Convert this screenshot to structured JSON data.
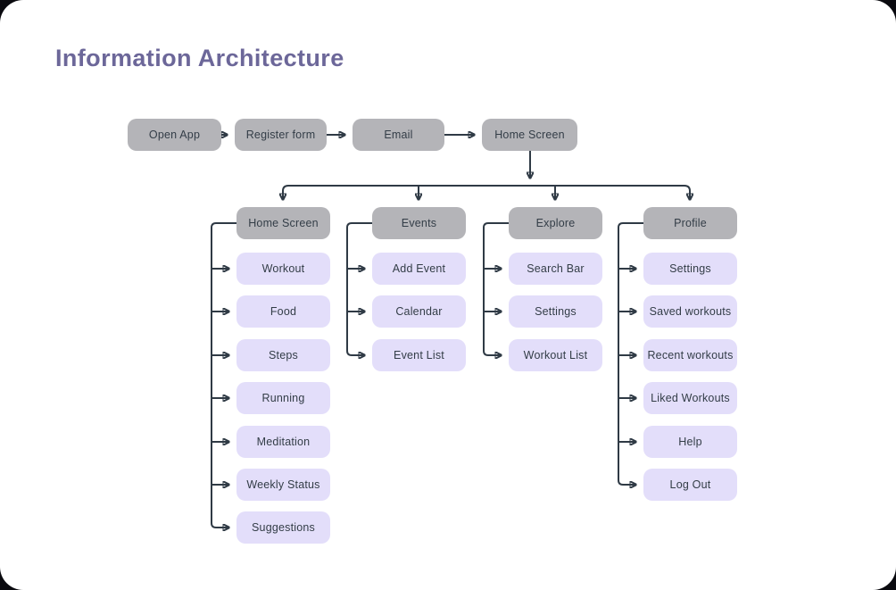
{
  "title": "Information Architecture",
  "colors": {
    "title_text": "#6C6799",
    "node_gray": "#B4B4B8",
    "node_lavender": "#E3DEFA",
    "node_text": "#333D47",
    "connector_line": "#2F3A45",
    "canvas_bg": "#FFFFFF",
    "outer_bg": "#0A0A0F"
  },
  "flow": {
    "top_row": [
      "Open App",
      "Register form",
      "Email",
      "Home Screen"
    ],
    "columns": [
      {
        "header": "Home Screen",
        "children": [
          "Workout",
          "Food",
          "Steps",
          "Running",
          "Meditation",
          "Weekly Status",
          "Suggestions"
        ]
      },
      {
        "header": "Events",
        "children": [
          "Add Event",
          "Calendar",
          "Event List"
        ]
      },
      {
        "header": "Explore",
        "children": [
          "Search Bar",
          "Settings",
          "Workout List"
        ]
      },
      {
        "header": "Profile",
        "children": [
          "Settings",
          "Saved workouts",
          "Recent workouts",
          "Liked Workouts",
          "Help",
          "Log Out"
        ]
      }
    ]
  }
}
